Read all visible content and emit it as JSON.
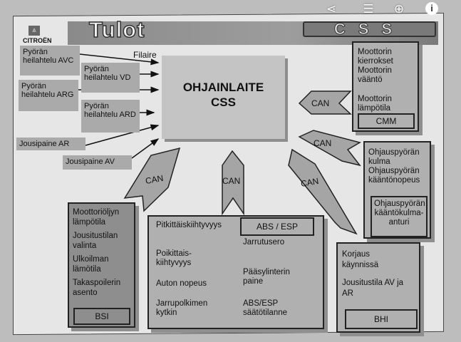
{
  "header": {
    "title": "Tulot",
    "brand": "CITROËN",
    "logo_text": "CSS"
  },
  "wired_label": "Filaire",
  "ecu": {
    "line1": "OHJAINLAITE",
    "line2": "CSS"
  },
  "wired_inputs": [
    "Pyörän heilahtelu AVC",
    "Pyörän heilahtelu VD",
    "Pyörän heilahtelu ARG",
    "Pyörän heilahtelu ARD",
    "Jousipaine AR",
    "Jousipaine AV"
  ],
  "can_label": "CAN",
  "cmm": {
    "items": [
      "Moottorin kierrokset",
      "Moottorin vääntö",
      "Moottorin lämpötila"
    ],
    "name": "CMM"
  },
  "steering": {
    "items": [
      "Ohjauspyörän kulma",
      "Ohjauspyörän kääntönopeus"
    ],
    "sensor": "Ohjauspyörän kääntökulma-anturi"
  },
  "bsi": {
    "items": [
      "Moottoriöljyn lämpötila",
      "Jousitustilan valinta",
      "Ulkoilman lämötila",
      "Takaspoilerin asento"
    ],
    "name": "BSI"
  },
  "abs": {
    "name": "ABS / ESP",
    "left": [
      "Pitkittäiskiihtyvyys",
      "Poikittais-kiihtyvyys",
      "Auton nopeus",
      "Jarrupolkimen kytkin"
    ],
    "right": [
      "Jarrutusero",
      "Pääsylinterin paine",
      "ABS/ESP säätötilanne"
    ]
  },
  "bhi": {
    "items": [
      "Korjaus käynnissä",
      "Jousitustila AV ja AR"
    ],
    "name": "BHI"
  },
  "viewer_icons": [
    "share-icon",
    "tune-icon",
    "zoom-in-icon",
    "info-icon"
  ]
}
